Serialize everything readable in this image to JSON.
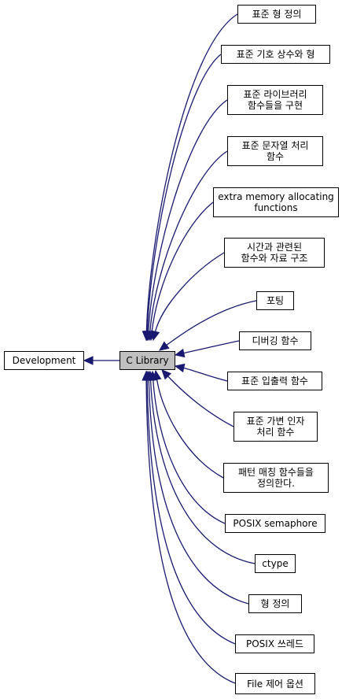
{
  "center": "C Library",
  "parent": "Development",
  "children": [
    "표준 형 정의",
    "표준 기호 상수와 형",
    "표준 라이브러리\n함수들을 구현",
    "표준 문자열 처리\n함수",
    "extra memory allocating\nfunctions",
    "시간과 관련된\n함수와 자료 구조",
    "포팅",
    "디버깅 함수",
    "표준 입출력 함수",
    "표준 가변 인자\n처리 함수",
    "패턴 매칭 함수들을\n정의한다.",
    "POSIX semaphore",
    "ctype",
    "형 정의",
    "POSIX 쓰레드",
    "File 제어 옵션"
  ],
  "colors": {
    "edge": "#191970",
    "center_fill": "#bfbfbf",
    "node_fill": "#ffffff",
    "border": "#000000"
  }
}
